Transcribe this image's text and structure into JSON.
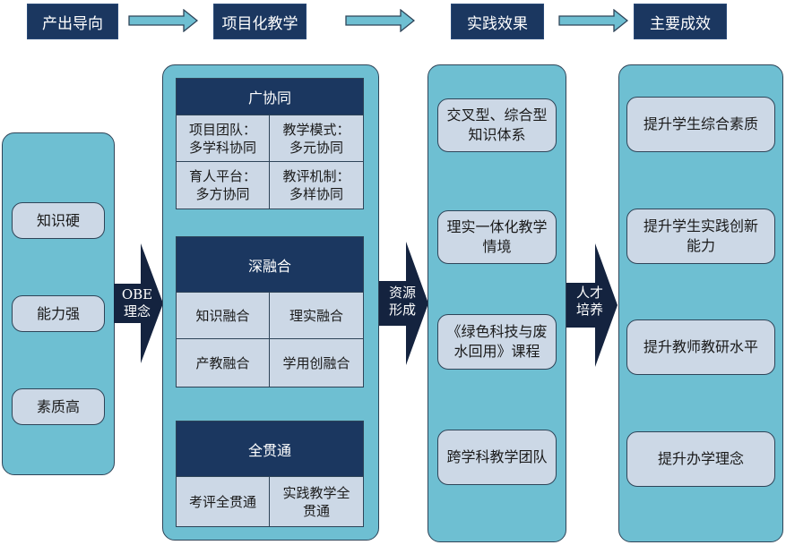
{
  "header": {
    "steps": [
      "产出导向",
      "项目化教学",
      "实践效果",
      "主要成效"
    ]
  },
  "columns": {
    "outcomes": {
      "items": [
        "知识硬",
        "能力强",
        "素质高"
      ]
    },
    "teaching": {
      "blocks": [
        {
          "title": "广协同",
          "cells": [
            "项目团队：\n多学科协同",
            "教学模式：\n多元协同",
            "育人平台：\n多方协同",
            "教评机制：\n多样协同"
          ]
        },
        {
          "title": "深融合",
          "cells": [
            "知识融合",
            "理实融合",
            "产教融合",
            "学用创融合"
          ]
        },
        {
          "title": "全贯通",
          "cells": [
            "考评全贯通",
            "实践教学全\n贯通"
          ]
        }
      ]
    },
    "practice": {
      "items": [
        "交叉型、综合型\n知识体系",
        "理实一体化教学\n情境",
        "《绿色科技与废\n水回用》课程",
        "跨学科教学团队"
      ]
    },
    "results": {
      "items": [
        "提升学生综合素质",
        "提升学生实践创新\n能力",
        "提升教师教研水平",
        "提升办学理念"
      ]
    }
  },
  "connectors": {
    "obe": "OBE\n理念",
    "resources": "资源\n形成",
    "talent": "人才\n培养"
  },
  "colors": {
    "navy": "#1b3760",
    "panel": "#6ebfd2",
    "pill": "#ccd8e6",
    "arrow": "#6ebfd2",
    "big_arrow": "#14233f"
  }
}
